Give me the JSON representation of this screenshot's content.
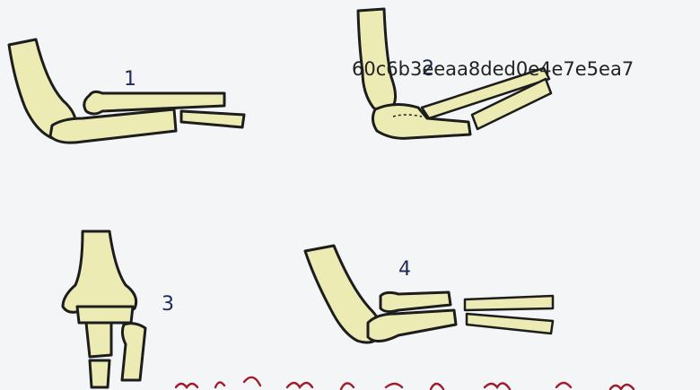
{
  "figures": [
    {
      "number": "1"
    },
    {
      "number": "2"
    },
    {
      "number": "3"
    },
    {
      "number": "4"
    }
  ],
  "overlay_code": "60c6b3eeaa8ded0e4e7e5ea7",
  "bottom_caption": "",
  "colors": {
    "bone_fill": "#ecebb4",
    "outline": "#1d1d1d",
    "number_ink": "#1e2a55",
    "caption_ink": "#a11c2a",
    "background": "#f4f5f7"
  }
}
